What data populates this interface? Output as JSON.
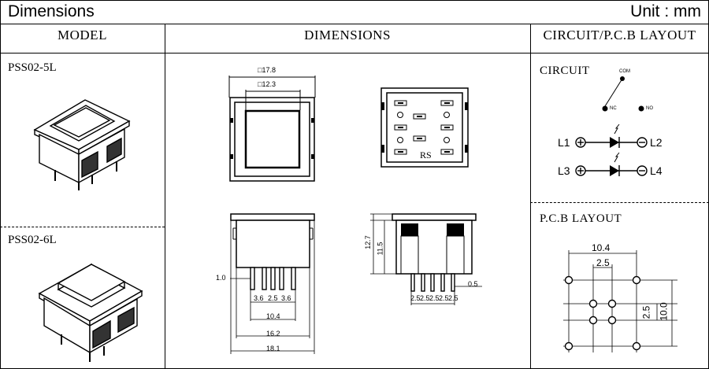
{
  "header": {
    "title": "Dimensions",
    "unit": "Unit : mm"
  },
  "columns": {
    "model": "MODEL",
    "dimensions": "DIMENSIONS",
    "circuit": "CIRCUIT/P.C.B  LAYOUT"
  },
  "models": [
    {
      "name": "PSS02-5L"
    },
    {
      "name": "PSS02-6L"
    }
  ],
  "front_view": {
    "outer": "17.8",
    "inner": "12.3"
  },
  "back_view": {
    "label": "RS"
  },
  "side_view_left": {
    "d1": "1.0",
    "p1": "3.6",
    "p2": "2.5",
    "p3": "3.6",
    "w1": "10.4",
    "w2": "16.2",
    "w3": "18.1"
  },
  "side_view_right": {
    "h1": "12.7",
    "h2": "11.5",
    "p": [
      "2.5",
      "2.5",
      "2.5",
      "2.5",
      "2.5"
    ],
    "t": "0.5"
  },
  "circuit": {
    "title": "CIRCUIT",
    "com": "COM",
    "nc": "NC",
    "no": "NO",
    "l1": "L1",
    "l2": "L2",
    "l3": "L3",
    "l4": "L4"
  },
  "pcb": {
    "title": "P.C.B LAYOUT",
    "w": "10.4",
    "p": "2.5",
    "vp": "2.5",
    "h": "10.0"
  }
}
